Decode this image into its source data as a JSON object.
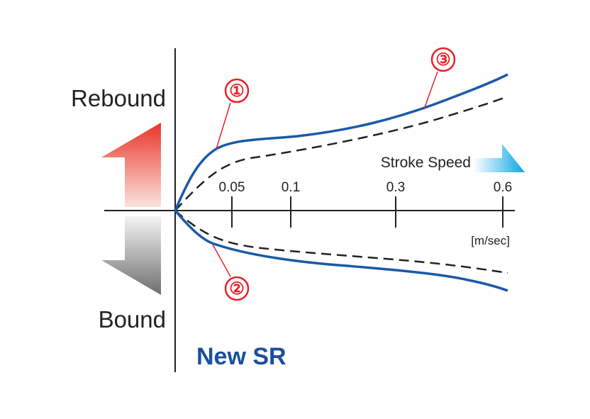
{
  "chart_data": {
    "type": "line",
    "title": "New SR",
    "xlabel": "Stroke Speed",
    "xunit": "[m/sec]",
    "x_ticks": [
      "0.05",
      "0.1",
      "0.3",
      "0.6"
    ],
    "y_labels": {
      "up": "Rebound",
      "down": "Bound"
    },
    "markers": [
      {
        "label": "①",
        "target": "rebound-curve-new"
      },
      {
        "label": "②",
        "target": "bound-curve-new"
      },
      {
        "label": "③",
        "target": "rebound-curve-new"
      }
    ],
    "grid": false,
    "legend": "none"
  },
  "colors": {
    "curve_new": "#1a5aa6",
    "curve_old": "#222222",
    "marker": "#e8222b",
    "title": "#1a4f9c",
    "axis": "#222222",
    "arrow_up_top": "#e8352a",
    "arrow_up_bottom": "#fbe3dc",
    "arrow_down_top": "#f4f4f4",
    "arrow_down_bottom": "#6e6e6e",
    "speed_arrow_left": "#ffffff",
    "speed_arrow_right": "#0aa6e6"
  },
  "icons": {
    "rebound_arrow": "arrow-up-icon",
    "bound_arrow": "arrow-down-icon",
    "speed_arrow": "arrow-right-icon"
  }
}
